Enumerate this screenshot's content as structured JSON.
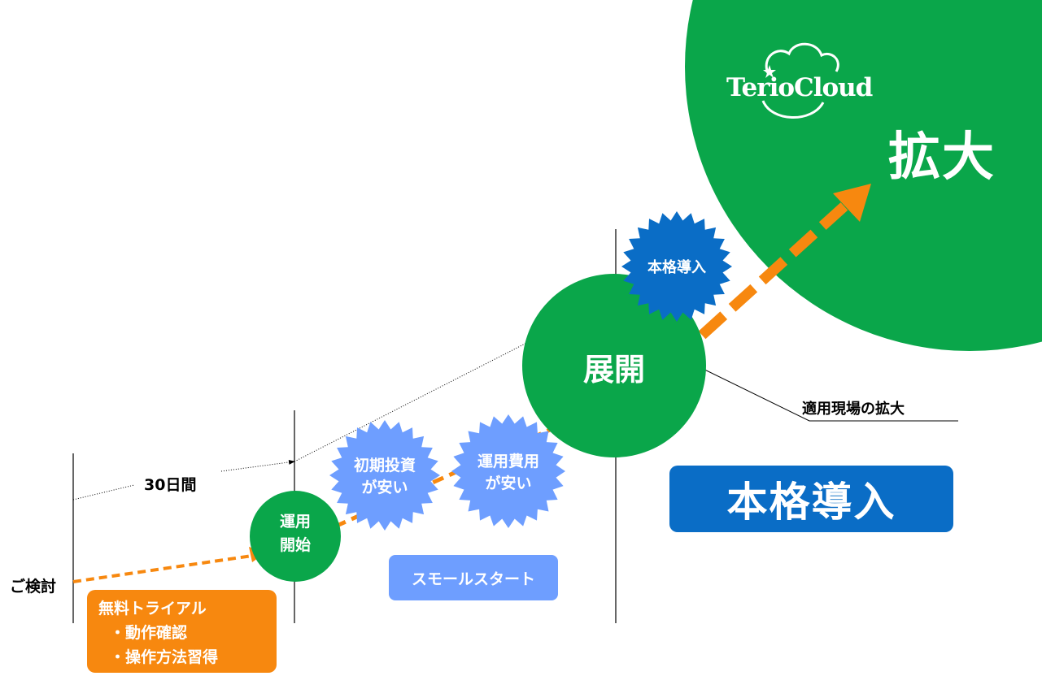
{
  "labels": {
    "consideration": "ご検討",
    "days30": "30日間",
    "apply_expand": "適用現場の拡大"
  },
  "circles": {
    "start_line1": "運用",
    "start_line2": "開始",
    "deploy": "展開"
  },
  "stars": {
    "initial_line1": "初期投資",
    "initial_line2": "が安い",
    "running_line1": "運用費用",
    "running_line2": "が安い",
    "full": "本格導入"
  },
  "boxes": {
    "trial_line1": "無料トライアル",
    "trial_line2": "・動作確認",
    "trial_line3": "・操作方法習得",
    "small_start": "スモールスタート",
    "full_adoption": "本格導入"
  },
  "brand": {
    "logo_text": "TerioCloud",
    "expand": "拡大"
  },
  "colors": {
    "green": "#0aa64a",
    "orange": "#f7880f",
    "star_light": "#6e9eff",
    "blue": "#0a6dc6",
    "small_start_bg": "#6e9eff"
  }
}
